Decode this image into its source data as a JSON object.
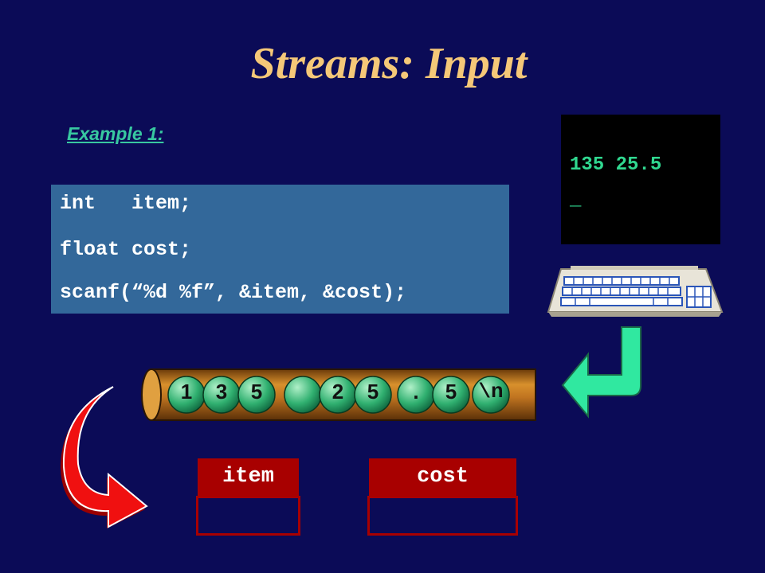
{
  "title": "Streams: Input",
  "example_label": "Example 1:",
  "code_lines": [
    "int   item;",
    "float cost;",
    "scanf(“%d %f”, &item, &cost);"
  ],
  "terminal": {
    "line1": "135 25.5",
    "cursor": "_"
  },
  "stream_chars": [
    "1",
    "3",
    "5",
    " ",
    "2",
    "5",
    ".",
    "5",
    "\\n"
  ],
  "variables": [
    {
      "name": "item",
      "value": ""
    },
    {
      "name": "cost",
      "value": ""
    }
  ],
  "colors": {
    "background": "#0b0b57",
    "title": "#f5c878",
    "example": "#38c8a0",
    "code_bg": "#33689a",
    "terminal_text": "#30d890",
    "variable": "#a80000",
    "arrow_green": "#30e8a0",
    "arrow_red": "#f01010"
  },
  "icons": [
    "keyboard-icon",
    "down-left-arrow-icon",
    "curved-return-arrow-icon"
  ]
}
